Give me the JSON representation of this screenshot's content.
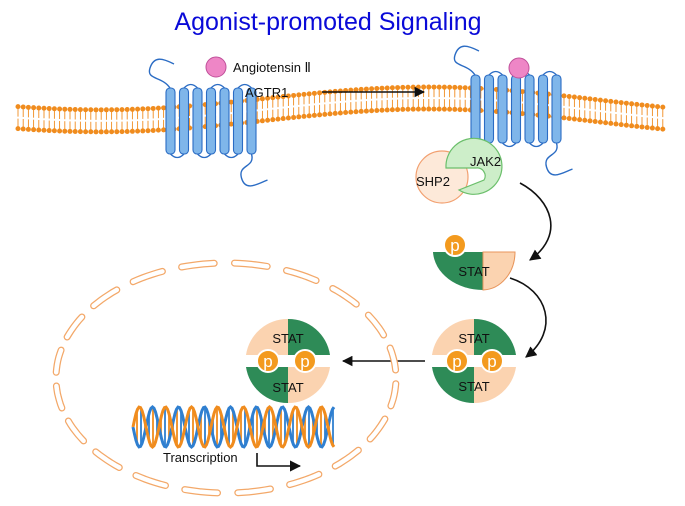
{
  "title": "Agonist-promoted Signaling",
  "labels": {
    "ligand": "Angiotensin Ⅱ",
    "receptor": "AGTR1",
    "jak": "JAK2",
    "shp": "SHP2",
    "stat": "STAT",
    "phospho": "p",
    "transcription": "Transcription"
  },
  "colors": {
    "title": "#0a0ad8",
    "membrane": "#f08c1e",
    "receptor_fill": "#7fb6ea",
    "receptor_stroke": "#2b6cc4",
    "ligand": "#ee86c6",
    "jak2": "#cdeec9",
    "shp2": "#fde9d9",
    "stat_dark": "#2e8b57",
    "stat_light": "#fbd3b0",
    "phospho": "#f39a1e",
    "nucleus": "#f3a869",
    "dna_blue": "#2f7fd0",
    "dna_orange": "#f08c1e"
  },
  "icons": [
    "membrane-bilayer",
    "receptor-helix-bundle",
    "ligand-circle",
    "arrow",
    "curved-arrow",
    "dna-helix",
    "nucleus-envelope"
  ]
}
